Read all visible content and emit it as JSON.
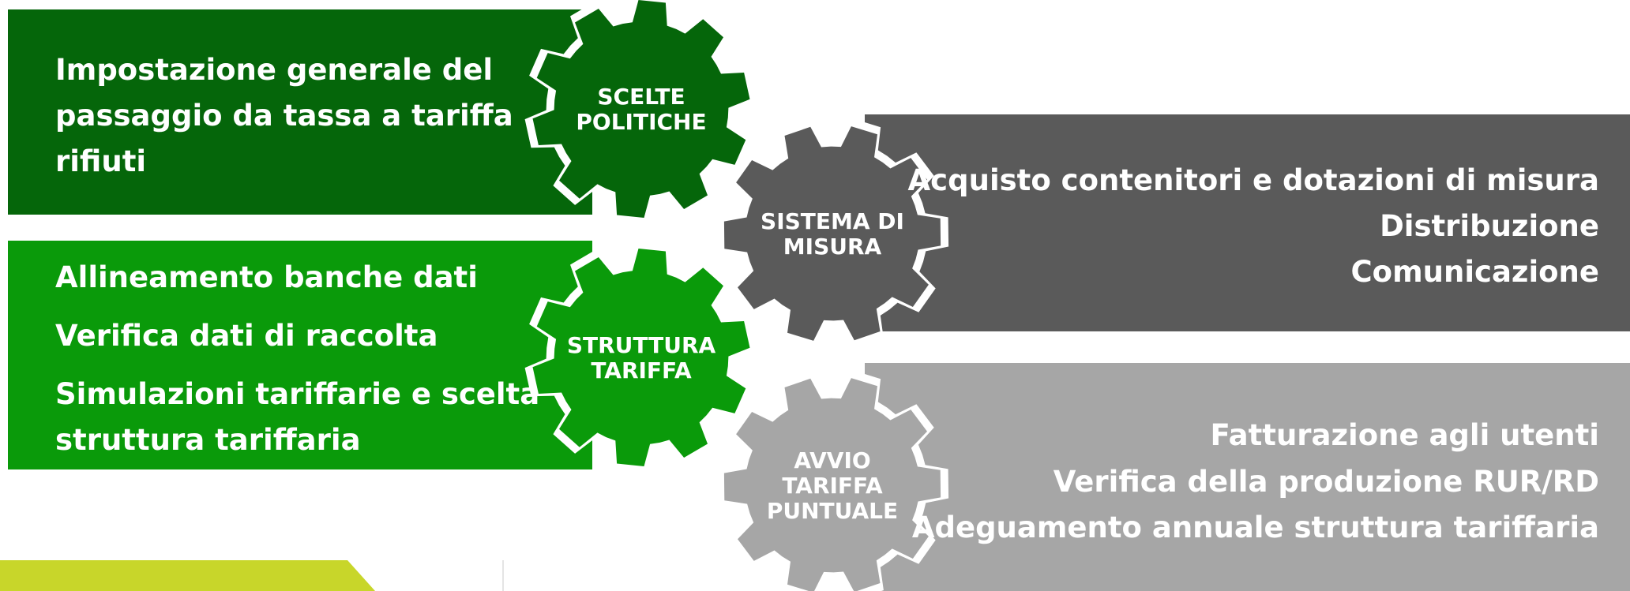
{
  "colors": {
    "dark_green": "#05660a",
    "green": "#0a9a0a",
    "dark_gray": "#5a5a5a",
    "light_gray": "#a6a6a6",
    "lime": "#c8d62a"
  },
  "gears": {
    "scelte_politiche": [
      "SCELTE",
      "POLITICHE"
    ],
    "sistema_misura": [
      "SISTEMA DI",
      "MISURA"
    ],
    "struttura_tariffa": [
      "STRUTTURA",
      "TARIFFA"
    ],
    "avvio_tariffa": [
      "AVVIO",
      "TARIFFA",
      "PUNTUALE"
    ]
  },
  "bands": {
    "scelte_politiche": {
      "lines": [
        "Impostazione generale del",
        "passaggio da tassa a tariffa",
        "rifiuti"
      ]
    },
    "struttura_tariffa": {
      "lines": [
        "Allineamento banche dati",
        "Verifica dati di raccolta",
        "Simulazioni tariffarie e scelta",
        "struttura tariffaria"
      ]
    },
    "sistema_misura": {
      "lines": [
        "Acquisto contenitori e dotazioni di misura",
        "Distribuzione",
        "Comunicazione"
      ]
    },
    "avvio_tariffa": {
      "lines": [
        "Fatturazione agli utenti",
        "Verifica della produzione RUR/RD",
        "Adeguamento annuale struttura tariffaria"
      ]
    }
  }
}
